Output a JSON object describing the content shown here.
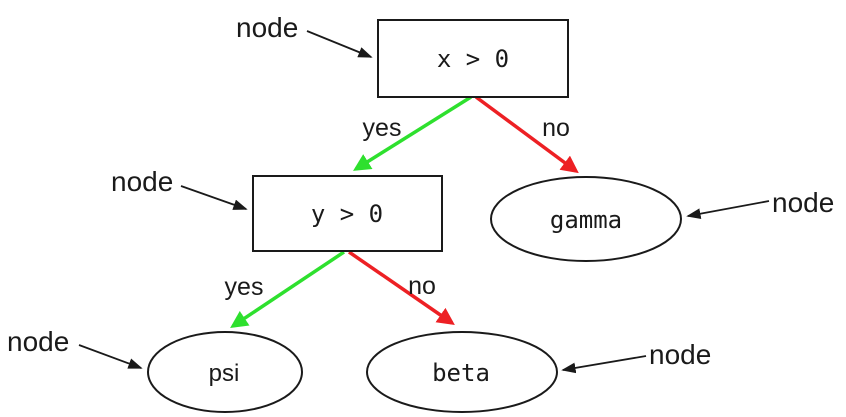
{
  "diagram": {
    "type": "decision-tree",
    "background": "#ffffff",
    "colors": {
      "yes_edge": "#2ee02e",
      "no_edge": "#ed2024",
      "outline": "#1a1a1a",
      "text": "#1a1a1a"
    },
    "nodes": [
      {
        "id": "root",
        "shape": "rect",
        "label": "x > 0"
      },
      {
        "id": "y-decision",
        "shape": "rect",
        "label": "y > 0"
      },
      {
        "id": "gamma",
        "shape": "ellipse",
        "label": "gamma"
      },
      {
        "id": "psi",
        "shape": "ellipse",
        "label": "psi"
      },
      {
        "id": "beta",
        "shape": "ellipse",
        "label": "beta"
      }
    ],
    "edges": [
      {
        "from": "root",
        "to": "y-decision",
        "label": "yes",
        "color": "#2ee02e"
      },
      {
        "from": "root",
        "to": "gamma",
        "label": "no",
        "color": "#ed2024"
      },
      {
        "from": "y-decision",
        "to": "psi",
        "label": "yes",
        "color": "#2ee02e"
      },
      {
        "from": "y-decision",
        "to": "beta",
        "label": "no",
        "color": "#ed2024"
      }
    ],
    "annotations": [
      {
        "label": "node",
        "points_to": "root"
      },
      {
        "label": "node",
        "points_to": "y-decision"
      },
      {
        "label": "node",
        "points_to": "gamma"
      },
      {
        "label": "node",
        "points_to": "psi"
      },
      {
        "label": "node",
        "points_to": "beta"
      }
    ]
  }
}
